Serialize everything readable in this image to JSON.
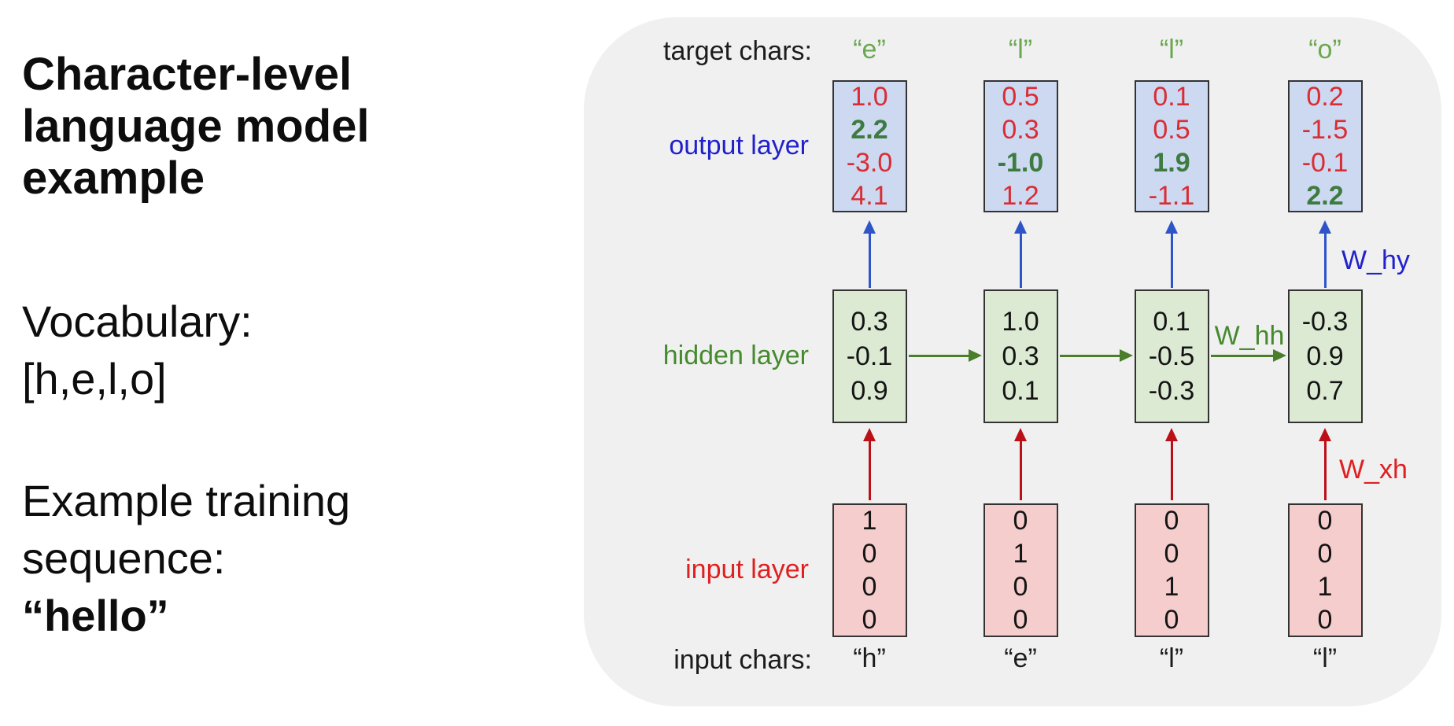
{
  "left_panel": {
    "heading_lines": [
      "Character-level",
      "language model",
      "example"
    ],
    "vocabulary_lines": [
      "Vocabulary:",
      "[h,e,l,o]"
    ],
    "training_lines": [
      "Example training",
      "sequence:"
    ],
    "training_sequence": "“hello”"
  },
  "diagram": {
    "row_labels": {
      "target_chars": "target chars:",
      "output_layer": "output layer",
      "hidden_layer": "hidden layer",
      "input_layer": "input layer",
      "input_chars": "input chars:"
    },
    "weight_labels": {
      "w_hy": "W_hy",
      "w_hh": "W_hh",
      "w_xh": "W_xh"
    },
    "columns": [
      {
        "target_char": "“e”",
        "input_char": "“h”",
        "output": [
          "1.0",
          "2.2",
          "-3.0",
          "4.1"
        ],
        "output_green_index": 1,
        "hidden": [
          "0.3",
          "-0.1",
          "0.9"
        ],
        "input": [
          "1",
          "0",
          "0",
          "0"
        ]
      },
      {
        "target_char": "“l”",
        "input_char": "“e”",
        "output": [
          "0.5",
          "0.3",
          "-1.0",
          "1.2"
        ],
        "output_green_index": 2,
        "hidden": [
          "1.0",
          "0.3",
          "0.1"
        ],
        "input": [
          "0",
          "1",
          "0",
          "0"
        ]
      },
      {
        "target_char": "“l”",
        "input_char": "“l”",
        "output": [
          "0.1",
          "0.5",
          "1.9",
          "-1.1"
        ],
        "output_green_index": 2,
        "hidden": [
          "0.1",
          "-0.5",
          "-0.3"
        ],
        "input": [
          "0",
          "0",
          "1",
          "0"
        ]
      },
      {
        "target_char": "“o”",
        "input_char": "“l”",
        "output": [
          "0.2",
          "-1.5",
          "-0.1",
          "2.2"
        ],
        "output_green_index": 3,
        "hidden": [
          "-0.3",
          "0.9",
          "0.7"
        ],
        "input": [
          "0",
          "0",
          "1",
          "0"
        ]
      }
    ],
    "colors": {
      "panel_bg": "#f0f0f1",
      "output_box_fill": "#ccd9f0",
      "hidden_box_fill": "#dcead3",
      "input_box_fill": "#f5cdcc",
      "box_border": "#333333",
      "red_text": "#da2c34",
      "red_arrow": "#bb1016",
      "red_label": "#e02020",
      "green_bold_text": "#3d7b40",
      "green_label": "#468a2e",
      "green_char": "#6aa84f",
      "green_arrow": "#4b7e2a",
      "blue_label": "#2121cc",
      "blue_arrow": "#2e54c8"
    }
  }
}
